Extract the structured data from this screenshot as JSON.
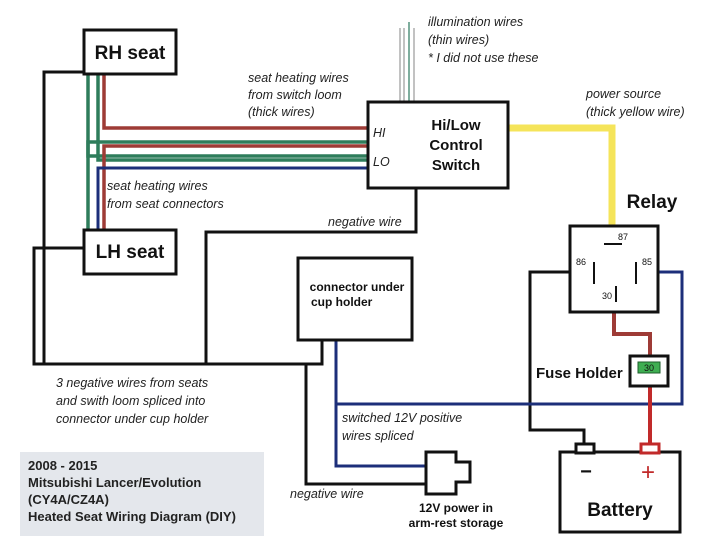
{
  "components": {
    "rh_seat": "RH seat",
    "lh_seat": "LH seat",
    "control_switch": [
      "Hi/Low",
      "Control",
      "Switch"
    ],
    "switch_hi": "HI",
    "switch_lo": "LO",
    "connector": [
      "connector under",
      "cup holder"
    ],
    "relay": "Relay",
    "relay_pins": {
      "p87": "87",
      "p86": "86",
      "p85": "85",
      "p30": "30"
    },
    "fuse_holder": "Fuse Holder",
    "fuse_rating": "30",
    "armrest": [
      "12V power in",
      "arm-rest storage"
    ],
    "battery": "Battery",
    "battery_neg": "−",
    "battery_pos": "+"
  },
  "notes": {
    "illumination": [
      "illumination wires",
      "(thin wires)",
      "* I did not use these"
    ],
    "switch_loom": [
      "seat heating wires",
      "from switch loom",
      "(thick wires)"
    ],
    "power_source": [
      "power source",
      "(thick yellow wire)"
    ],
    "seat_connectors": [
      "seat heating wires",
      "from seat connectors"
    ],
    "negative_wire_switch": "negative wire",
    "negatives": [
      "3 negative wires from seats",
      "and swith loom spliced into",
      "connector under cup holder"
    ],
    "switched_12v": [
      "switched 12V positive",
      "wires spliced"
    ],
    "negative_wire_bottom": "negative wire"
  },
  "caption": [
    "2008 - 2015",
    "Mitsubishi Lancer/Evolution",
    "(CY4A/CZ4A)",
    "Heated Seat Wiring Diagram (DIY)"
  ],
  "colors": {
    "negative_wire": "#111111",
    "green_wire": "#2e7d5b",
    "red_wire": "#9e3b36",
    "blue_wire": "#1c2f7a",
    "power_wire": "#f5e45a",
    "fuse": "#3fae52",
    "caption_bg": "#e4e7ec"
  }
}
